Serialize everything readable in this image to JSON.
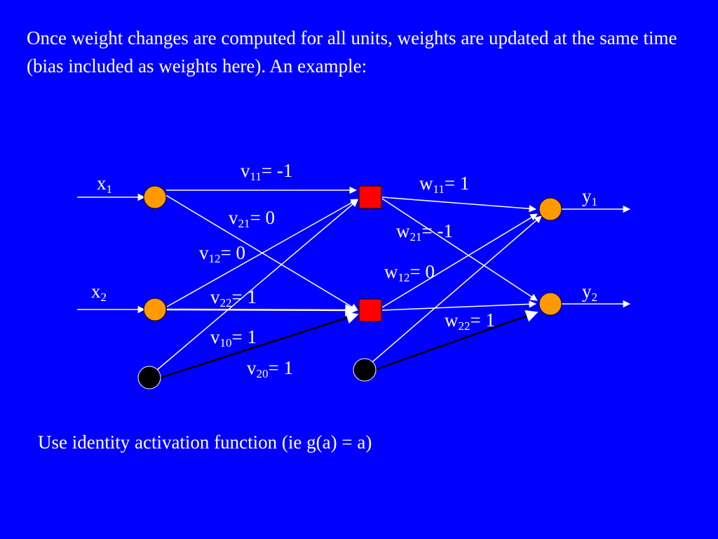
{
  "slide": {
    "intro": "Once weight changes are computed for all units, weights are updated at the same time (bias included as weights here). An example:",
    "footer": "Use identity activation function (ie g(a) = a)"
  },
  "colors": {
    "background": "#0000ff",
    "input_node": "#ff9900",
    "hidden_node": "#ff0000",
    "bias_node": "#000000",
    "output_node": "#ff9900"
  },
  "diagram": {
    "inputs": [
      {
        "var": "x",
        "sub": "1"
      },
      {
        "var": "x",
        "sub": "2"
      }
    ],
    "outputs": [
      {
        "var": "y",
        "sub": "1"
      },
      {
        "var": "y",
        "sub": "2"
      }
    ],
    "weights": [
      {
        "var": "v",
        "sub": "11",
        "value": "= -1"
      },
      {
        "var": "v",
        "sub": "21",
        "value": "= 0"
      },
      {
        "var": "v",
        "sub": "12",
        "value": "= 0"
      },
      {
        "var": "v",
        "sub": "22",
        "value": "= 1"
      },
      {
        "var": "v",
        "sub": "10",
        "value": "= 1"
      },
      {
        "var": "v",
        "sub": "20",
        "value": "= 1"
      },
      {
        "var": "w",
        "sub": "11",
        "value": "= 1"
      },
      {
        "var": "w",
        "sub": "21",
        "value": "= -1"
      },
      {
        "var": "w",
        "sub": "12",
        "value": "= 0"
      },
      {
        "var": "w",
        "sub": "22",
        "value": "= 1"
      }
    ]
  }
}
